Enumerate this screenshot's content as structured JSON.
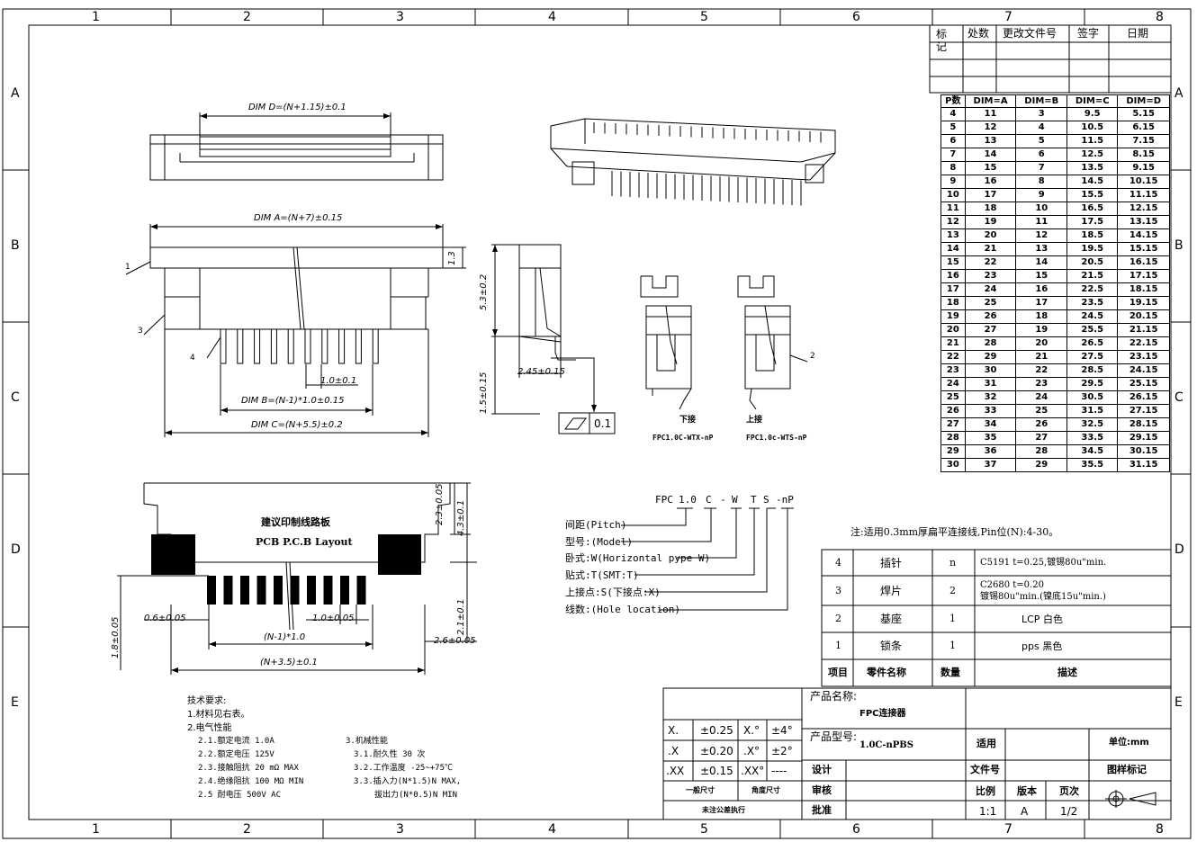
{
  "border": {
    "cols": [
      "1",
      "2",
      "3",
      "4",
      "5",
      "6",
      "7",
      "8"
    ],
    "rows": [
      "A",
      "B",
      "C",
      "D",
      "E"
    ]
  },
  "revision": {
    "headers": [
      "标记",
      "处数",
      "更改文件号",
      "签字",
      "日期"
    ]
  },
  "dim_table": {
    "headers": [
      "P数",
      "DIM=A",
      "DIM=B",
      "DIM=C",
      "DIM=D"
    ],
    "rows": [
      [
        "4",
        "11",
        "3",
        "9.5",
        "5.15"
      ],
      [
        "5",
        "12",
        "4",
        "10.5",
        "6.15"
      ],
      [
        "6",
        "13",
        "5",
        "11.5",
        "7.15"
      ],
      [
        "7",
        "14",
        "6",
        "12.5",
        "8.15"
      ],
      [
        "8",
        "15",
        "7",
        "13.5",
        "9.15"
      ],
      [
        "9",
        "16",
        "8",
        "14.5",
        "10.15"
      ],
      [
        "10",
        "17",
        "9",
        "15.5",
        "11.15"
      ],
      [
        "11",
        "18",
        "10",
        "16.5",
        "12.15"
      ],
      [
        "12",
        "19",
        "11",
        "17.5",
        "13.15"
      ],
      [
        "13",
        "20",
        "12",
        "18.5",
        "14.15"
      ],
      [
        "14",
        "21",
        "13",
        "19.5",
        "15.15"
      ],
      [
        "15",
        "22",
        "14",
        "20.5",
        "16.15"
      ],
      [
        "16",
        "23",
        "15",
        "21.5",
        "17.15"
      ],
      [
        "17",
        "24",
        "16",
        "22.5",
        "18.15"
      ],
      [
        "18",
        "25",
        "17",
        "23.5",
        "19.15"
      ],
      [
        "19",
        "26",
        "18",
        "24.5",
        "20.15"
      ],
      [
        "20",
        "27",
        "19",
        "25.5",
        "21.15"
      ],
      [
        "21",
        "28",
        "20",
        "26.5",
        "22.15"
      ],
      [
        "22",
        "29",
        "21",
        "27.5",
        "23.15"
      ],
      [
        "23",
        "30",
        "22",
        "28.5",
        "24.15"
      ],
      [
        "24",
        "31",
        "23",
        "29.5",
        "25.15"
      ],
      [
        "25",
        "32",
        "24",
        "30.5",
        "26.15"
      ],
      [
        "26",
        "33",
        "25",
        "31.5",
        "27.15"
      ],
      [
        "27",
        "34",
        "26",
        "32.5",
        "28.15"
      ],
      [
        "28",
        "35",
        "27",
        "33.5",
        "29.15"
      ],
      [
        "29",
        "36",
        "28",
        "34.5",
        "30.15"
      ],
      [
        "30",
        "37",
        "29",
        "35.5",
        "31.15"
      ]
    ]
  },
  "dims": {
    "dim_d": "DIM D=(N+1.15)±0.1",
    "dim_a": "DIM A=(N+7)±0.15",
    "pitch": "1.0±0.1",
    "dim_b": "DIM B=(N-1)*1.0±0.15",
    "dim_c": "DIM C=(N+5.5)±0.2",
    "side_h1": "1.3",
    "side_h2": "5.3±0.2",
    "side_h3": "1.5±0.15",
    "side_w": "2.45±0.15",
    "flatness": "0.1",
    "pcb_h1": "2.3±0.05",
    "pcb_h2": "4.3±0.1",
    "pcb_h3": "2.1±0.1",
    "pcb_h4": "1.8±0.05",
    "pcb_w1": "0.6±0.05",
    "pcb_w2": "1.0±0.05",
    "pcb_w3": "(N-1)*1.0",
    "pcb_w4": "(N+3.5)±0.1",
    "pcb_w5": "2.6±0.05"
  },
  "callouts": [
    "1",
    "2",
    "3",
    "4"
  ],
  "pcb": {
    "title_cn": "建议印制线路板",
    "title_en": "PCB P.C.B Layout"
  },
  "contacts": {
    "bottom_label": "下接",
    "bottom_code": "FPC1.0C-WTX-nP",
    "top_label": "上接",
    "top_code": "FPC1.0c-WTS-nP"
  },
  "part_code": {
    "parts": [
      "FPC",
      "1.0",
      "C",
      "-",
      "W",
      "T",
      "S",
      "-nP"
    ],
    "legend": [
      "间距(Pitch)",
      "型号:(Model)",
      "卧式:W(Horizontal pype W)",
      "贴式:T(SMT:T)",
      "上接点:S(下接点:X)",
      "线数:(Hole location)"
    ]
  },
  "note": "注:适用0.3mm厚扁平连接线,Pin位(N):4-30。",
  "bom": {
    "rows": [
      [
        "4",
        "插针",
        "n",
        "C5191 t=0.25,镀锡80u\"min."
      ],
      [
        "3",
        "焊片",
        "2",
        "C2680 t=0.20\n镀锡80u\"min.(镍底15u\"min.)"
      ],
      [
        "2",
        "基座",
        "1",
        "LCP 白色"
      ],
      [
        "1",
        "锁条",
        "1",
        "pps 黑色"
      ]
    ],
    "header": [
      "项目",
      "零件名称",
      "数量",
      "描述"
    ]
  },
  "tech": {
    "title": "技术要求:",
    "lines_left": [
      "1.材料见右表。",
      "2.电气性能",
      "2.1.额定电流 1.0A",
      "2.2.额定电压 125V",
      "2.3.接触阻抗 20 mΩ MAX",
      "2.4.绝缘阻抗 100 MΩ MIN",
      "2.5 耐电压 500V AC"
    ],
    "lines_right": [
      "3.机械性能",
      "3.1.耐久性 30 次",
      "3.2.工作温度 -25~+75℃",
      "3.3.插入力(N*1.5)N MAX,",
      "拔出力(N*0.5)N MIN"
    ]
  },
  "titleblock": {
    "tol": [
      [
        "X.",
        "±0.25",
        "X.°",
        "±4°"
      ],
      [
        ".X",
        "±0.20",
        ".X°",
        "±2°"
      ],
      [
        ".XX",
        "±0.15",
        ".XX°",
        "----"
      ]
    ],
    "general_tol": "一般尺寸",
    "angle_tol": "角度尺寸",
    "unspec": "未注公差执行",
    "product_name_label": "产品名称:",
    "product_name": "FPC连接器",
    "product_model_label": "产品型号:",
    "product_model": "1.0C-nPBS",
    "design": "设计",
    "check": "审核",
    "approve": "批准",
    "apply": "适用",
    "file_no": "文件号",
    "scale": "比例",
    "version": "版本",
    "page": "页次",
    "scale_val": "1:1",
    "version_val": "A",
    "page_val": "1/2",
    "unit": "单位:mm",
    "drawing_mark": "图样标记"
  }
}
